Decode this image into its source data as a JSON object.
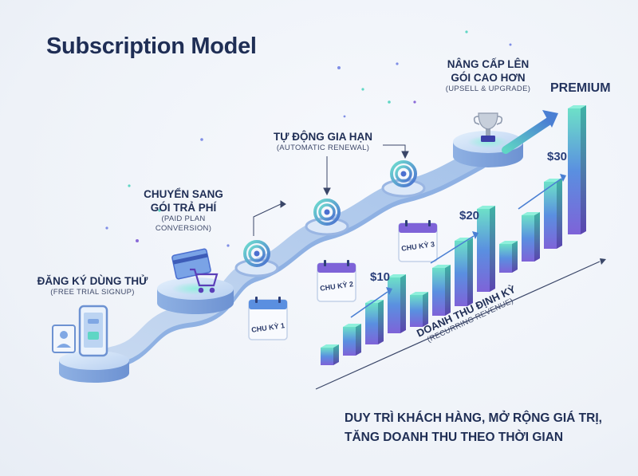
{
  "title": "Subscription Model",
  "steps": {
    "trial": {
      "label": "ĐĂNG KÝ DÙNG THỬ",
      "sub": "(FREE TRIAL SIGNUP)"
    },
    "paid": {
      "label_line1": "CHUYỂN SANG",
      "label_line2": "GÓI TRẢ PHÍ",
      "sub_line1": "(PAID PLAN",
      "sub_line2": "CONVERSION)"
    },
    "renewal": {
      "label": "TỰ ĐỘNG GIA HẠN",
      "sub": "(AUTOMATIC RENEWAL)"
    },
    "upgrade": {
      "label_line1": "NÂNG CẤP LÊN",
      "label_line2": "GÓI CAO HƠN",
      "sub": "(UPSELL & UPGRADE)"
    }
  },
  "cycles": [
    "CHU KỲ 1",
    "CHU KỲ 2",
    "CHU KỲ 3"
  ],
  "prices": [
    "$10",
    "$20",
    "$30"
  ],
  "premium": "PREMIUM",
  "revenue": {
    "label": "DOANH THU ĐỊNH KỲ",
    "sub": "(RECURRING REVENUE)"
  },
  "footer": {
    "line1": "DUY TRÌ KHÁCH HÀNG, MỞ RỘNG GIÁ TRỊ,",
    "line2": "TĂNG DOANH THU THEO THỜI GIAN"
  },
  "colors": {
    "teal": "#5fd6c4",
    "blue": "#5a8fe0",
    "purple": "#7e63d8",
    "navy": "#1f2e55",
    "platform": "#c9dcf3"
  },
  "icons": [
    "phone-icon",
    "user-card-icon",
    "credit-card-icon",
    "shopping-cart-icon",
    "renewal-spiral-icon",
    "calendar-icon",
    "trophy-icon",
    "growth-arrow-icon"
  ]
}
